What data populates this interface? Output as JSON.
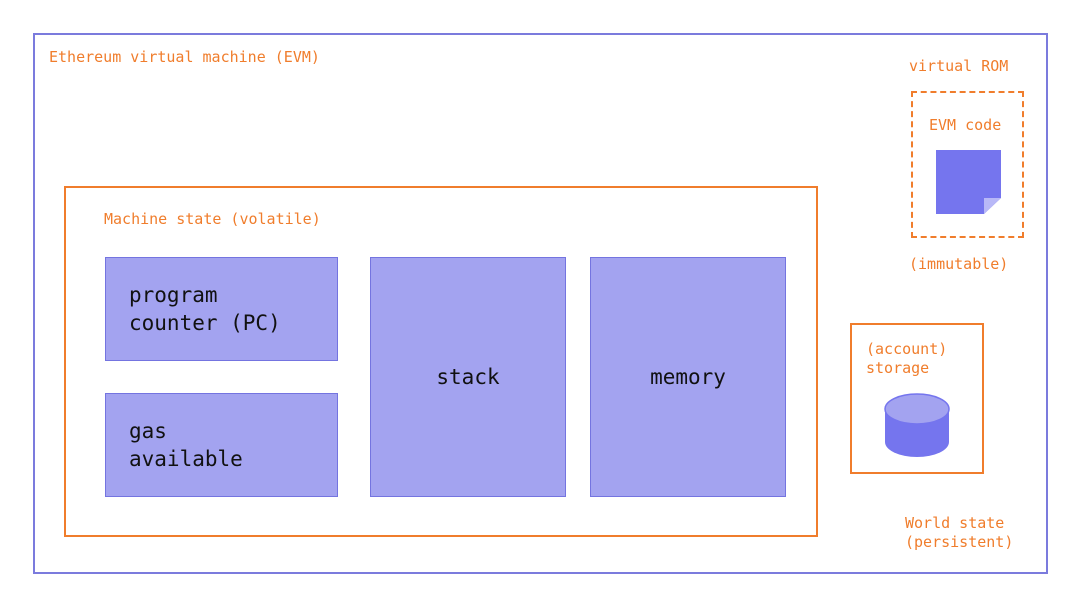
{
  "colors": {
    "evm_border": "#7b7bdd",
    "orange": "#f07d2c",
    "box_fill": "#a3a3f0",
    "icon_fill": "#7575ee"
  },
  "evm": {
    "title": "Ethereum virtual machine (EVM)"
  },
  "machine_state": {
    "title": "Machine state (volatile)",
    "program_counter": "program\ncounter (PC)",
    "gas": "gas\navailable",
    "stack": "stack",
    "memory": "memory"
  },
  "rom": {
    "title": "virtual ROM",
    "code_label": "EVM code",
    "note": "(immutable)",
    "icon": "document-icon"
  },
  "storage": {
    "label": "(account)\nstorage",
    "icon": "database-icon"
  },
  "world_state": {
    "label": "World state\n(persistent)"
  }
}
